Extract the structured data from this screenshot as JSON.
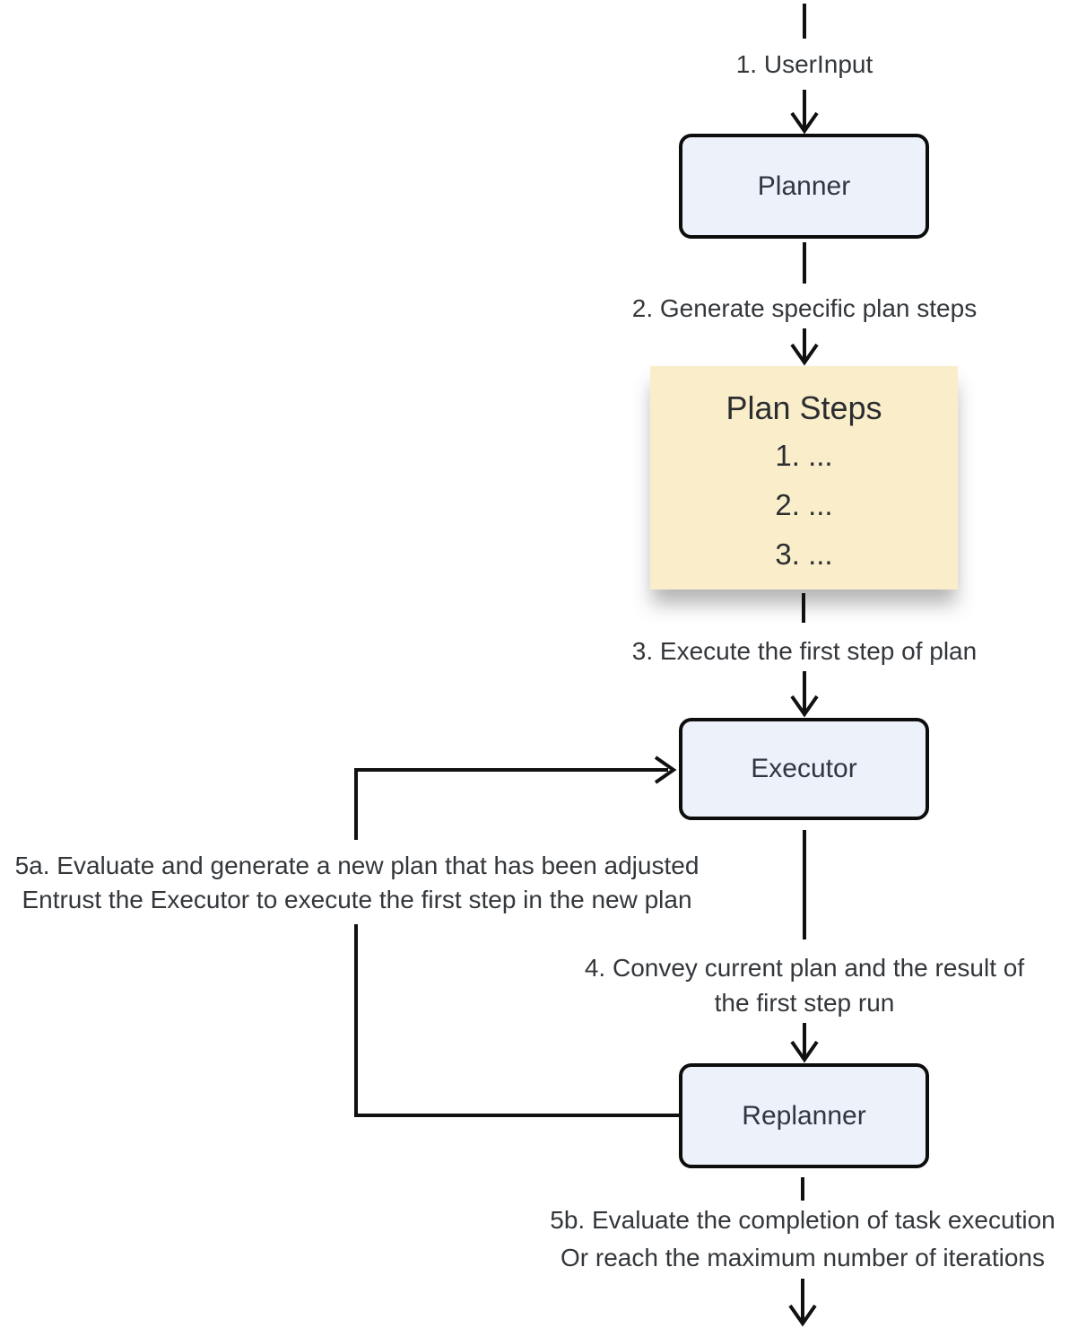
{
  "diagram": {
    "nodes": {
      "planner": {
        "label": "Planner"
      },
      "executor": {
        "label": "Executor"
      },
      "replanner": {
        "label": "Replanner"
      },
      "plan_steps": {
        "title": "Plan Steps",
        "items": [
          "1. ...",
          "2. ...",
          "3. ..."
        ]
      }
    },
    "annotations": {
      "step1": {
        "lines": [
          "1. UserInput"
        ]
      },
      "step2": {
        "lines": [
          "2. Generate specific plan steps"
        ]
      },
      "step3": {
        "lines": [
          "3. Execute the first step of plan"
        ]
      },
      "step4": {
        "lines": [
          "4. Convey current plan and the result of",
          "the first step run"
        ]
      },
      "step5a": {
        "lines": [
          "5a. Evaluate and generate a new plan that has been adjusted",
          "Entrust the Executor to execute the first step in the new plan"
        ]
      },
      "step5b": {
        "lines": [
          "5b. Evaluate the completion of task execution",
          "Or reach the maximum number of iterations"
        ]
      }
    },
    "colors": {
      "node_fill": "#edf1f9",
      "node_border": "#0d0d0d",
      "node_text": "#2e3742",
      "plan_steps_fill": "#faeeca",
      "plan_steps_text": "#2b2d30",
      "annotation_text": "#33373b",
      "line": "#111111"
    }
  }
}
